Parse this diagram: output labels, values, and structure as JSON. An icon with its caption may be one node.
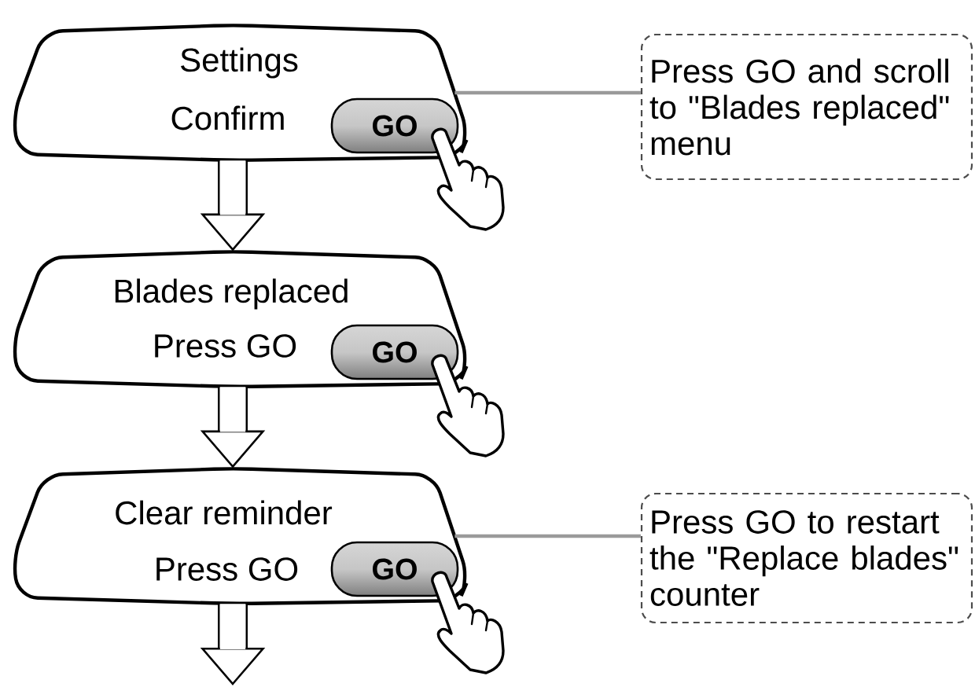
{
  "diagram": {
    "nodes": [
      {
        "text": [
          "Settings",
          "Confirm"
        ]
      },
      {
        "text": [
          "GO"
        ],
        "in": 0
      },
      {
        "text": [
          "Press GO and scroll to \"Blades replaced\" menu"
        ]
      },
      {
        "text": [
          "Blades replaced",
          "Press GO"
        ]
      },
      {
        "text": [
          "GO"
        ],
        "in": 3
      },
      {
        "text": [
          "Clear reminder",
          "Press GO"
        ]
      },
      {
        "text": [
          "GO"
        ],
        "in": 5
      },
      {
        "text": [
          "Press GO to restart the \"Replace blades\" counter"
        ]
      }
    ],
    "edges": [
      {
        "from": 2,
        "to": 0,
        "arrow": "none",
        "color": "#9a9a9a"
      },
      {
        "from": 0,
        "to": 3,
        "arrow": "to"
      },
      {
        "from": 3,
        "to": 5,
        "arrow": "to"
      },
      {
        "from": 7,
        "to": 5,
        "arrow": "none",
        "color": "#9a9a9a"
      },
      {
        "from": 5,
        "to": null,
        "arrow": "to"
      }
    ]
  }
}
